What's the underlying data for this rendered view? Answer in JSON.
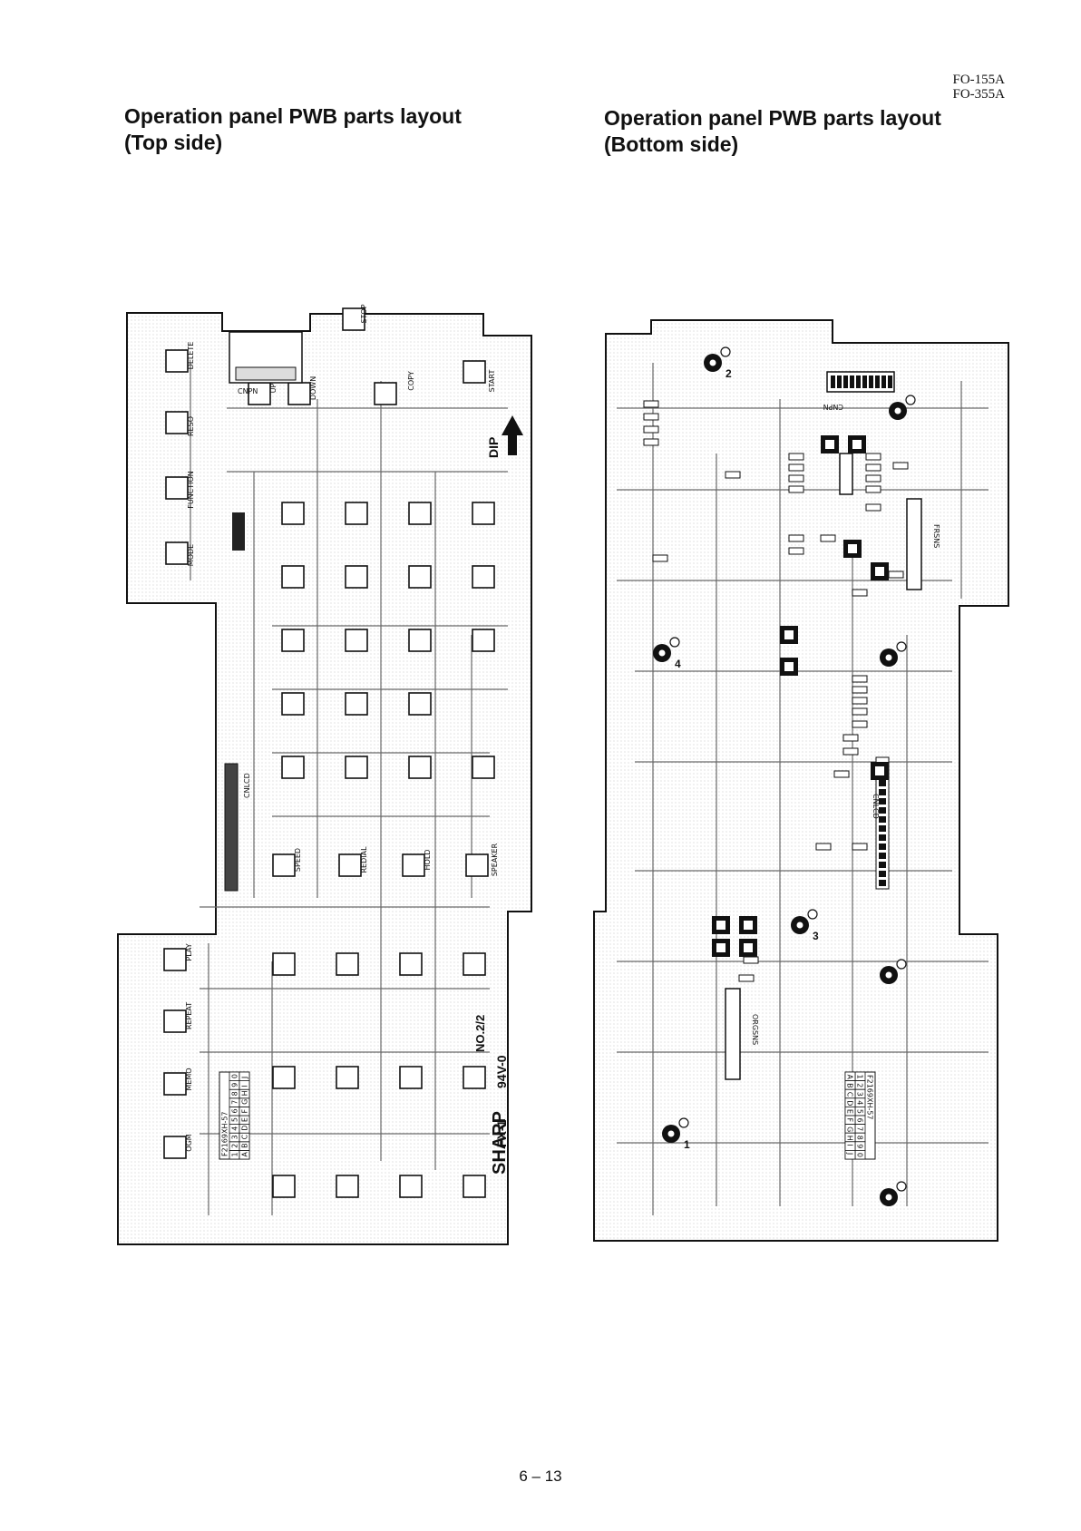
{
  "header": {
    "models": [
      "FO-155A",
      "FO-355A"
    ]
  },
  "top_side": {
    "title_line1": "Operation panel PWB parts layout",
    "title_line2": "(Top side)",
    "key_labels": [
      "DELETE",
      "RESO",
      "FUNCTION",
      "MODE",
      "UP",
      "DOWN",
      "COPY",
      "STOP",
      "START",
      "SPEED",
      "REDIAL",
      "HOLD",
      "SPEAKER",
      "PLAY",
      "REPEAT",
      "MEMO",
      "OGM"
    ],
    "connector_label": "CNPN",
    "lcd_label": "CNLCD",
    "dip_label": "DIP",
    "board_text": [
      "NO.2/2",
      "94V-0",
      "FX-1"
    ],
    "brand": "SHARP",
    "part_code": "F2169XH-57",
    "grid_row1": [
      "1",
      "2",
      "3",
      "4",
      "5",
      "6",
      "7",
      "8",
      "9",
      "0"
    ],
    "grid_row2": [
      "A",
      "B",
      "C",
      "D",
      "E",
      "F",
      "G",
      "H",
      "I",
      "J"
    ]
  },
  "bottom_side": {
    "title_line1": "Operation panel PWB parts layout",
    "title_line2": "(Bottom side)",
    "connector_label": "CNPN",
    "lcd_label": "CNLCD",
    "marks": [
      "FRSNS",
      "ORGSNS"
    ],
    "part_code": "F2169XH-57",
    "grid_row1": [
      "1",
      "2",
      "3",
      "4",
      "5",
      "6",
      "7",
      "8",
      "9",
      "0"
    ],
    "grid_row2": [
      "A",
      "B",
      "C",
      "D",
      "E",
      "F",
      "G",
      "H",
      "I",
      "J"
    ],
    "screw_numbers": [
      "1",
      "2",
      "3",
      "4"
    ]
  },
  "page_number": "6 – 13"
}
